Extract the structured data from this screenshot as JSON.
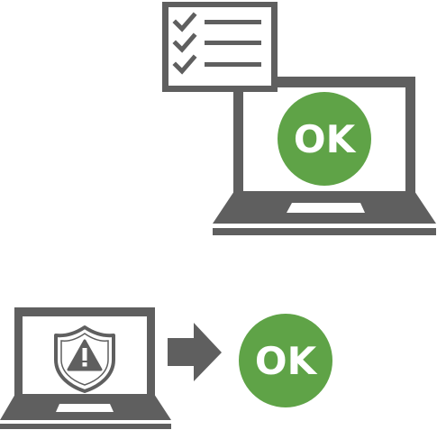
{
  "colors": {
    "device_gray": "#5f5f5f",
    "ok_green": "#5fa347",
    "white": "#ffffff"
  },
  "top_scene": {
    "ok_badge_text": "OK",
    "checklist_items": 3
  },
  "bottom_scene": {
    "ok_badge_text": "OK"
  },
  "icons": [
    "laptop-icon",
    "checklist-icon",
    "check-icon",
    "shield-warning-icon",
    "arrow-right-icon"
  ]
}
